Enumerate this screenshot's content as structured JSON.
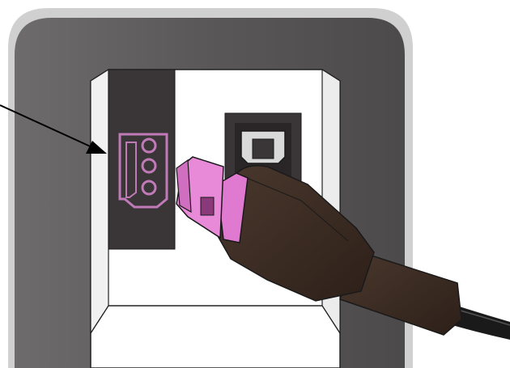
{
  "figure": {
    "type": "illustration",
    "subject": "usb-cable-connection-to-ports",
    "elements": [
      {
        "name": "device-housing",
        "color": "#5a5758"
      },
      {
        "name": "recessed-port-panel",
        "color": "#ffffff"
      },
      {
        "name": "dark-connector-plate",
        "color": "#3a3536"
      },
      {
        "name": "usb-b-port",
        "color": "#3a3536"
      },
      {
        "name": "pink-small-port-outline",
        "color": "#c07ab8"
      },
      {
        "name": "pink-plug",
        "color": "#e07ad0"
      },
      {
        "name": "cable-boot",
        "color": "#3d2d24"
      },
      {
        "name": "cable",
        "color": "#1a1a1a"
      },
      {
        "name": "callout-arrow",
        "color": "#000000"
      }
    ]
  }
}
